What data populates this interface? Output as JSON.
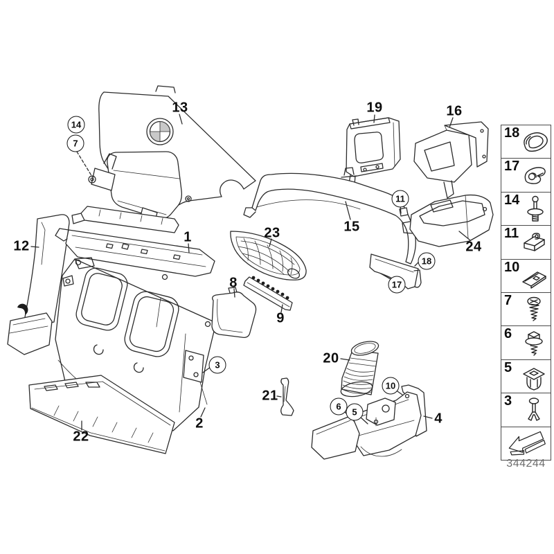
{
  "diagram": {
    "footer_number": "344244",
    "callouts": {
      "plain": [
        {
          "text": "13"
        },
        {
          "text": "19"
        },
        {
          "text": "16"
        },
        {
          "text": "15"
        },
        {
          "text": "24"
        },
        {
          "text": "12"
        },
        {
          "text": "1"
        },
        {
          "text": "23"
        },
        {
          "text": "8"
        },
        {
          "text": "9"
        },
        {
          "text": "2"
        },
        {
          "text": "22"
        },
        {
          "text": "20"
        },
        {
          "text": "21"
        },
        {
          "text": "4"
        }
      ],
      "circled": [
        {
          "text": "14"
        },
        {
          "text": "7"
        },
        {
          "text": "11"
        },
        {
          "text": "18"
        },
        {
          "text": "17"
        },
        {
          "text": "3"
        },
        {
          "text": "10"
        },
        {
          "text": "6"
        },
        {
          "text": "5"
        }
      ]
    }
  },
  "sidebar": {
    "items": [
      {
        "number": "18",
        "icon": "grommet-icon"
      },
      {
        "number": "17",
        "icon": "spring-clip-icon"
      },
      {
        "number": "14",
        "icon": "pin-rivet-icon"
      },
      {
        "number": "11",
        "icon": "clamp-nut-icon"
      },
      {
        "number": "10",
        "icon": "flat-clip-icon"
      },
      {
        "number": "7",
        "icon": "phillips-screw-icon"
      },
      {
        "number": "6",
        "icon": "hex-screw-icon"
      },
      {
        "number": "5",
        "icon": "expansion-nut-icon"
      },
      {
        "number": "3",
        "icon": "expansion-rivet-icon"
      }
    ],
    "arrow_icon": "direction-arrow-icon"
  }
}
